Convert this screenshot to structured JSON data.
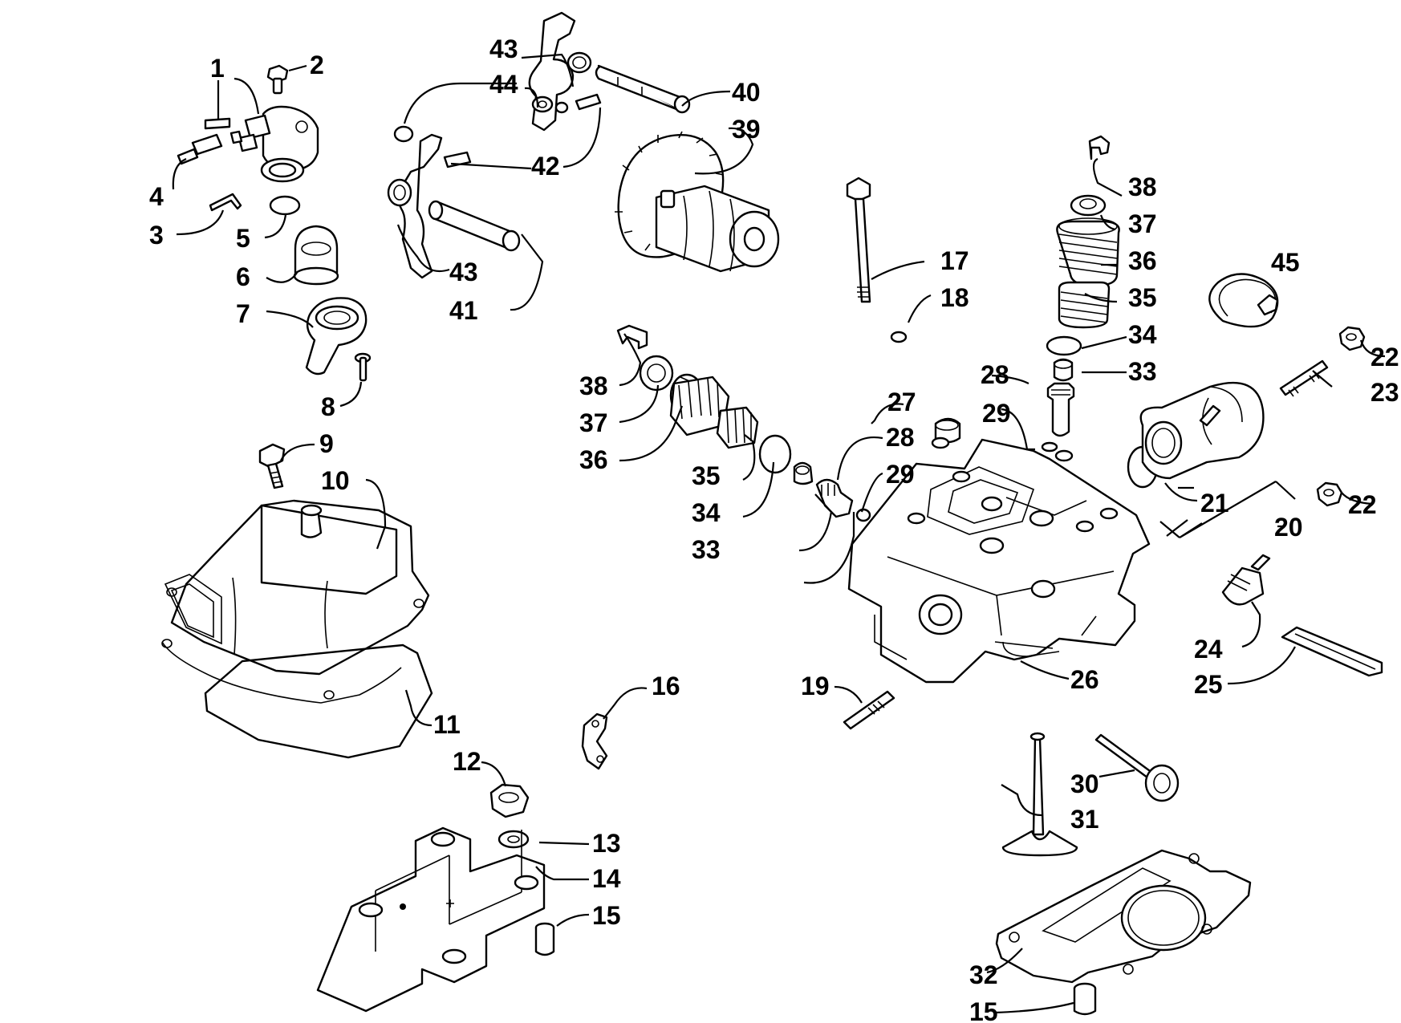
{
  "diagram": {
    "callouts": [
      {
        "id": "c1",
        "label": "1"
      },
      {
        "id": "c2",
        "label": "2"
      },
      {
        "id": "c3",
        "label": "3"
      },
      {
        "id": "c4",
        "label": "4"
      },
      {
        "id": "c5",
        "label": "5"
      },
      {
        "id": "c6",
        "label": "6"
      },
      {
        "id": "c7",
        "label": "7"
      },
      {
        "id": "c8",
        "label": "8"
      },
      {
        "id": "c9",
        "label": "9"
      },
      {
        "id": "c10",
        "label": "10"
      },
      {
        "id": "c11",
        "label": "11"
      },
      {
        "id": "c12",
        "label": "12"
      },
      {
        "id": "c13",
        "label": "13"
      },
      {
        "id": "c14",
        "label": "14"
      },
      {
        "id": "c15a",
        "label": "15"
      },
      {
        "id": "c15b",
        "label": "15"
      },
      {
        "id": "c16",
        "label": "16"
      },
      {
        "id": "c17",
        "label": "17"
      },
      {
        "id": "c18",
        "label": "18"
      },
      {
        "id": "c19",
        "label": "19"
      },
      {
        "id": "c20",
        "label": "20"
      },
      {
        "id": "c21",
        "label": "21"
      },
      {
        "id": "c22a",
        "label": "22"
      },
      {
        "id": "c22b",
        "label": "22"
      },
      {
        "id": "c23",
        "label": "23"
      },
      {
        "id": "c24",
        "label": "24"
      },
      {
        "id": "c25",
        "label": "25"
      },
      {
        "id": "c26",
        "label": "26"
      },
      {
        "id": "c27",
        "label": "27"
      },
      {
        "id": "c28a",
        "label": "28"
      },
      {
        "id": "c28b",
        "label": "28"
      },
      {
        "id": "c29a",
        "label": "29"
      },
      {
        "id": "c29b",
        "label": "29"
      },
      {
        "id": "c30",
        "label": "30"
      },
      {
        "id": "c31",
        "label": "31"
      },
      {
        "id": "c32",
        "label": "32"
      },
      {
        "id": "c33a",
        "label": "33"
      },
      {
        "id": "c33b",
        "label": "33"
      },
      {
        "id": "c34a",
        "label": "34"
      },
      {
        "id": "c34b",
        "label": "34"
      },
      {
        "id": "c35a",
        "label": "35"
      },
      {
        "id": "c35b",
        "label": "35"
      },
      {
        "id": "c36a",
        "label": "36"
      },
      {
        "id": "c36b",
        "label": "36"
      },
      {
        "id": "c37a",
        "label": "37"
      },
      {
        "id": "c37b",
        "label": "37"
      },
      {
        "id": "c38a",
        "label": "38"
      },
      {
        "id": "c38b",
        "label": "38"
      },
      {
        "id": "c39",
        "label": "39"
      },
      {
        "id": "c40",
        "label": "40"
      },
      {
        "id": "c41",
        "label": "41"
      },
      {
        "id": "c42",
        "label": "42"
      },
      {
        "id": "c43a",
        "label": "43"
      },
      {
        "id": "c43b",
        "label": "43"
      },
      {
        "id": "c44",
        "label": "44"
      },
      {
        "id": "c45",
        "label": "45"
      }
    ]
  }
}
